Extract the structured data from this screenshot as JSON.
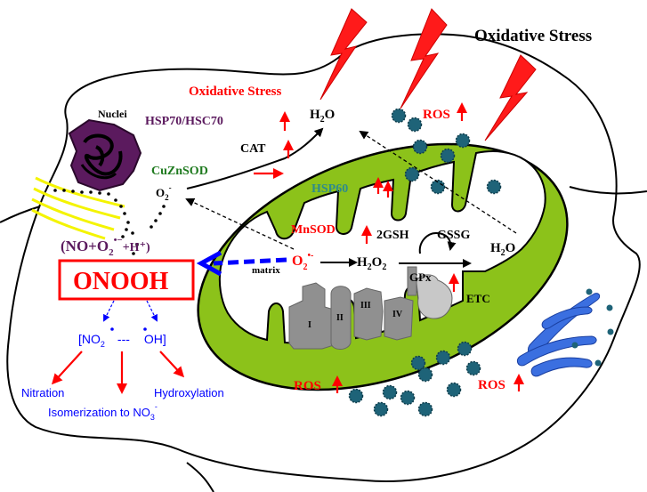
{
  "labels": {
    "oxidative_stress_top": "Oxidative Stress",
    "oxidative_stress_red": "Oxidative Stress",
    "nuclei": "Nuclei",
    "hsp70": "HSP70/HSC70",
    "cat": "CAT",
    "h2o_top": "H",
    "h2o_top_sub": "2",
    "h2o_top_end": "O",
    "cuznsod": "CuZnSOD",
    "o2_cyto": "O",
    "o2_cyto_sub": "2",
    "o2_cyto_sup": "-",
    "hsp60": "HSP60",
    "mnsod": "MnSOD",
    "gsh": "2GSH",
    "gssg": "GSSG",
    "h2o_right": "H",
    "h2o_right_sub": "2",
    "h2o_right_end": "O",
    "matrix": "matrix",
    "o2_matrix": "O",
    "o2_matrix_sub": "2",
    "o2_matrix_sup": "•-",
    "h2o2": "H",
    "h2o2_sub": "2",
    "h2o2_mid": "O",
    "h2o2_sub2": "2",
    "gpx": "GPx",
    "etc": "ETC",
    "complex_i": "I",
    "complex_ii": "II",
    "complex_iii": "III",
    "complex_iv": "IV",
    "ros_top": "ROS",
    "ros_bottom_left": "ROS",
    "ros_bottom_right": "ROS",
    "reaction_open": "(NO+O",
    "reaction_sub": "2",
    "reaction_sup": "•−",
    "reaction_close": "+H⁺)",
    "onooh": "ONOOH",
    "no2_text": "[NO",
    "no2_sub": "2",
    "dashes": "---",
    "oh_text": "OH]",
    "nitration": "Nitration",
    "isomerization": "Isomerization to NO",
    "isomerization_sub": "3",
    "isomerization_sup": "-",
    "hydroxylation": "Hydroxylation"
  },
  "colors": {
    "red": "#ff0000",
    "purple": "#5b1a5e",
    "green_text": "#1f7a1f",
    "teal_text": "#2e8b8b",
    "blue": "#0000ff",
    "mito_fill": "#8cc21a",
    "gray": "#909090",
    "light_gray": "#c8c8c8",
    "yellow": "#f4f400",
    "cell_blue": "#3b6fe0",
    "ros_particle": "#1e6378"
  }
}
